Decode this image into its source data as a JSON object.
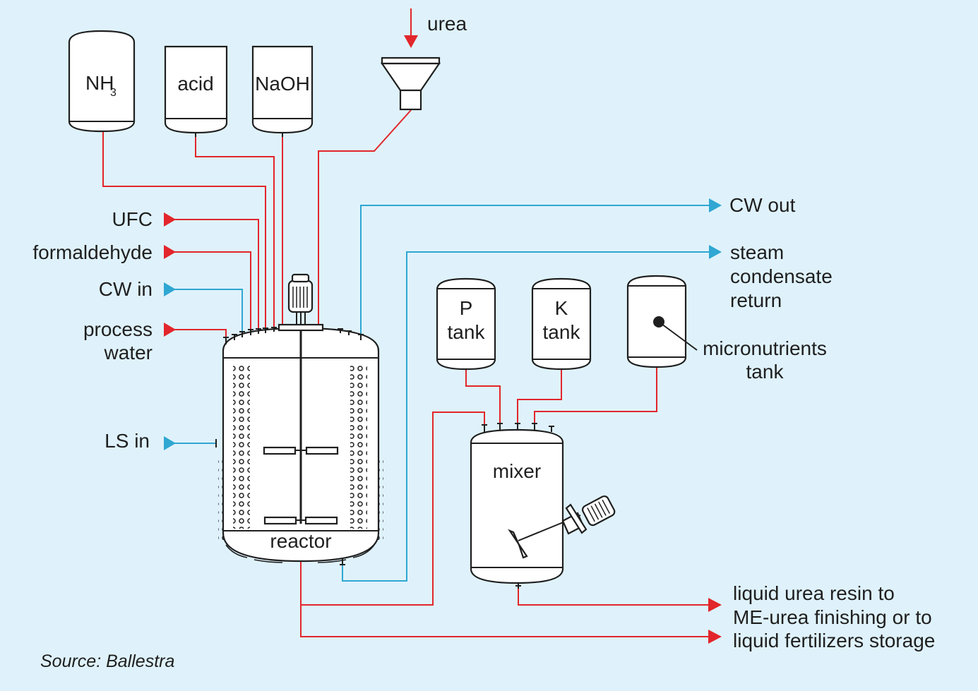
{
  "tanks": {
    "nh3": {
      "main": "NH",
      "sub": "3"
    },
    "acid": "acid",
    "naoh": "NaOH",
    "p_tank": {
      "line1": "P",
      "line2": "tank"
    },
    "k_tank": {
      "line1": "K",
      "line2": "tank"
    },
    "micronutrients": {
      "line1": "micronutrients",
      "line2": "tank"
    }
  },
  "vessels": {
    "reactor": "reactor",
    "mixer": "mixer"
  },
  "inputs": {
    "urea": "urea",
    "ufc": "UFC",
    "formaldehyde": "formaldehyde",
    "cw_in": "CW in",
    "process_water": {
      "line1": "process",
      "line2": "water"
    },
    "ls_in": "LS in"
  },
  "outputs": {
    "cw_out": "CW out",
    "steam": {
      "line1": "steam",
      "line2": "condensate",
      "line3": "return"
    },
    "product": {
      "line1": "liquid urea resin to",
      "line2": "ME-urea finishing or to",
      "line3": "liquid fertilizers storage"
    }
  },
  "source": "Source: Ballestra",
  "colors": {
    "background": "#dff2fb",
    "process_line": "#e2262b",
    "utility_line": "#2fa7d2",
    "equipment": "#1f1f1f"
  }
}
